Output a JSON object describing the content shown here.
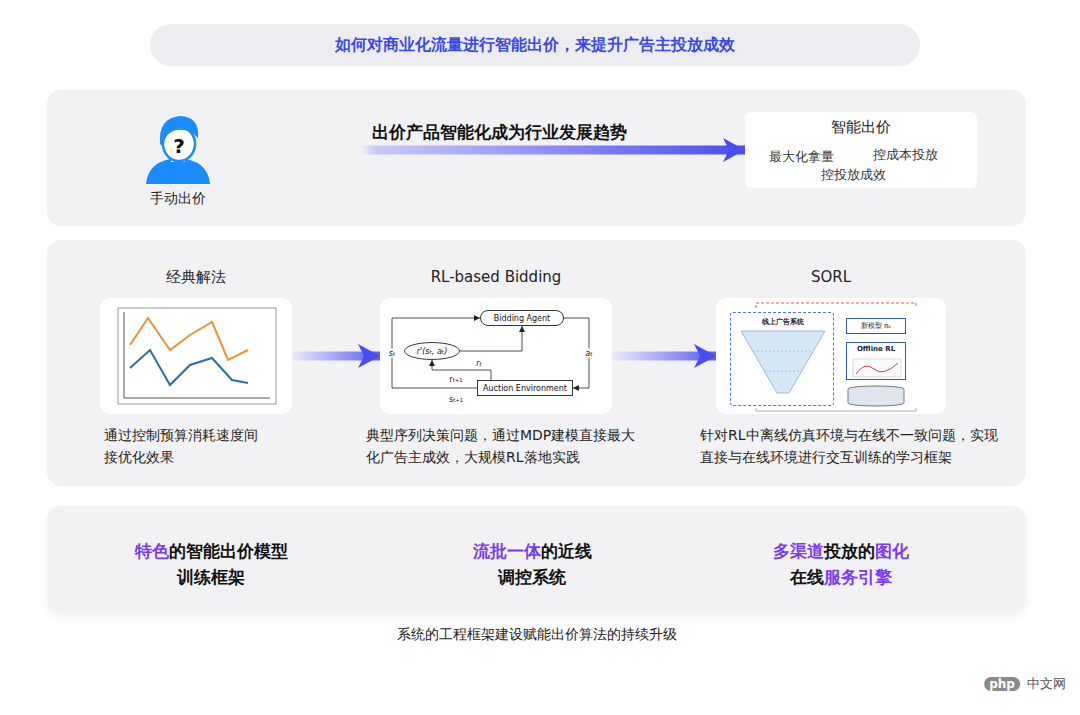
{
  "diagram": {
    "title": "如何对商业化流量进行智能出价，来提升广告主投放成效",
    "nodes": [
      {
        "text": [
          "手动出价"
        ]
      },
      {
        "text": [
          "智能出价",
          "最大化拿量",
          "控成本投放",
          "控投放成效"
        ]
      },
      {
        "text": [
          "经典解法",
          "通过控制预算消耗速度间接优化效果"
        ]
      },
      {
        "text": [
          "RL-based Bidding",
          "典型序列决策问题，通过MDP建模直接最大化广告主成效，大规模RL落地实践"
        ]
      },
      {
        "text": [
          "SORL",
          "针对RL中离线仿真环境与在线不一致问题，实现直接与在线环境进行交互训练的学习框架"
        ]
      },
      {
        "text": [
          "Bidding Agent"
        ],
        "in": 3
      },
      {
        "text": [
          "r'(sₜ, aₜ)"
        ],
        "in": 3
      },
      {
        "text": [
          "Auction Environment"
        ],
        "in": 3
      },
      {
        "text": [
          "线上广告系统"
        ],
        "in": 4
      },
      {
        "text": [
          "新模型 πₖ"
        ],
        "in": 4
      },
      {
        "text": [
          "Offline RL"
        ],
        "in": 4
      },
      {
        "text": [
          "系统的工程框架建设赋能出价算法的持续升级"
        ]
      },
      {
        "text": [
          "特色的智能出价模型训练框架"
        ],
        "in": 11
      },
      {
        "text": [
          "流批一体的近线调控系统"
        ],
        "in": 11
      },
      {
        "text": [
          "多渠道投放的图化在线服务引擎"
        ],
        "in": 11
      }
    ],
    "edges": [
      {
        "from": 0,
        "to": 1,
        "arrow": "to",
        "label": "出价产品智能化成为行业发展趋势"
      },
      {
        "from": 2,
        "to": 3,
        "arrow": "to"
      },
      {
        "from": 3,
        "to": 4,
        "arrow": "to"
      },
      {
        "from": 5,
        "to": 7,
        "arrow": "to",
        "label": "aₜ"
      },
      {
        "from": 7,
        "to": 6,
        "arrow": "to",
        "label": "rₜ"
      },
      {
        "from": 6,
        "to": 5,
        "arrow": "to"
      },
      {
        "from": 7,
        "to": 5,
        "arrow": "to",
        "label": "sₜ"
      }
    ],
    "labels": [
      "?",
      "rₜ₊₁",
      "sₜ₊₁",
      "php",
      "中文网"
    ]
  }
}
